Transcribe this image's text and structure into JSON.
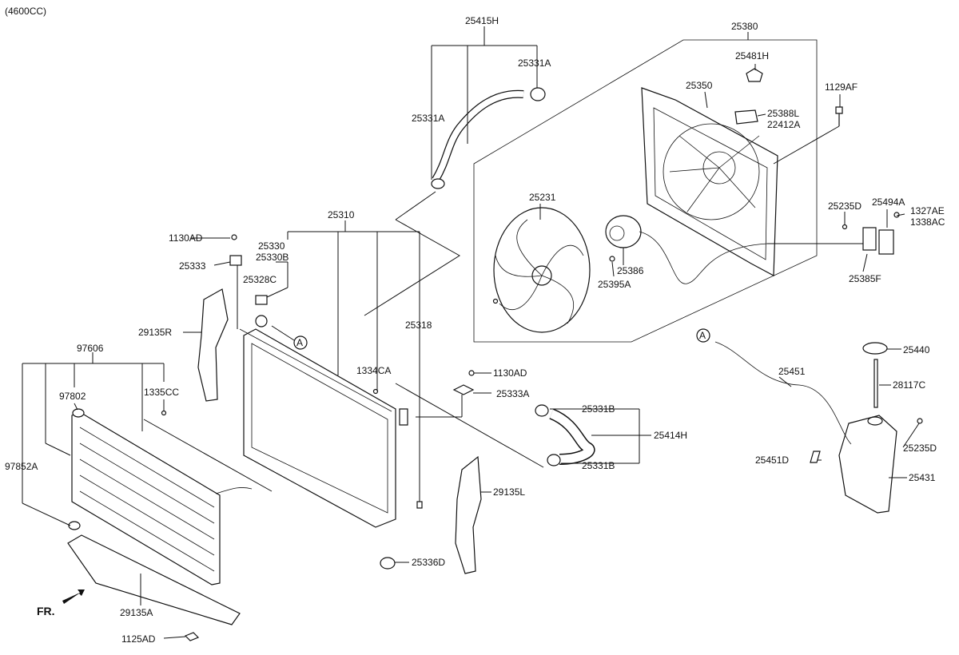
{
  "header": {
    "engine_note": "(4600CC)"
  },
  "front_indicator": "FR.",
  "callout": "A",
  "labels": {
    "p25415H": "25415H",
    "p25331A_top": "25331A",
    "p25331A_left": "25331A",
    "p25380": "25380",
    "p25481H": "25481H",
    "p25350": "25350",
    "p25388L": "25388L",
    "p22412A": "22412A",
    "p1129AF": "1129AF",
    "p25231": "25231",
    "p25235D_top": "25235D",
    "p25494A": "25494A",
    "p1327AE": "1327AE",
    "p1338AC": "1338AC",
    "p25386": "25386",
    "p25395A": "25395A",
    "p25385F": "25385F",
    "p25310": "25310",
    "p25330": "25330",
    "p25330B": "25330B",
    "p1130AD_top": "1130AD",
    "p25333": "25333",
    "p25328C": "25328C",
    "p25318": "25318",
    "p29135R": "29135R",
    "p97606": "97606",
    "p97802": "97802",
    "p1335CC": "1335CC",
    "p1334CA": "1334CA",
    "p1130AD_mid": "1130AD",
    "p25333A": "25333A",
    "p25331B_top": "25331B",
    "p25414H": "25414H",
    "p25331B_bot": "25331B",
    "p29135L": "29135L",
    "p25336D": "25336D",
    "p97852A": "97852A",
    "p29135A": "29135A",
    "p1125AD": "1125AD",
    "p25440": "25440",
    "p28117C": "28117C",
    "p25451": "25451",
    "p25451D": "25451D",
    "p25235D_right": "25235D",
    "p25431": "25431"
  }
}
